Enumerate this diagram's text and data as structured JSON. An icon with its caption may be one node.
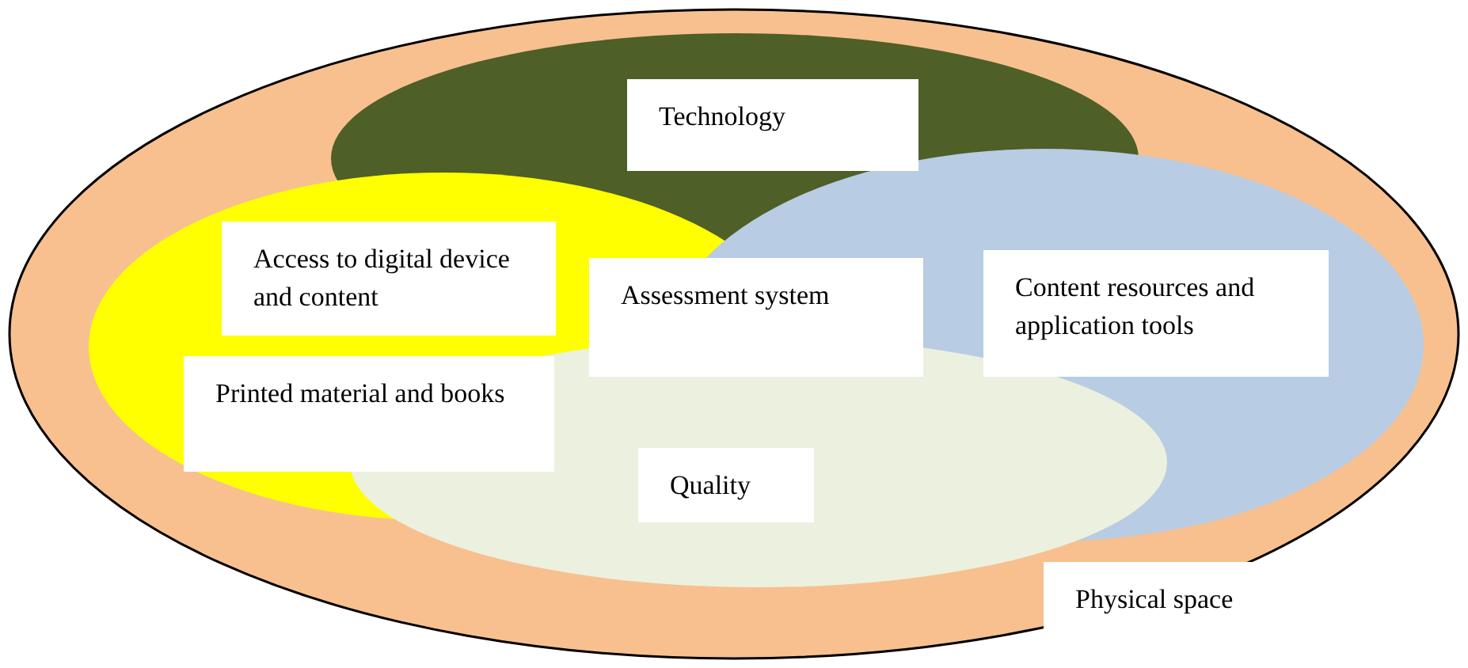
{
  "diagram": {
    "nodes": [
      {
        "text": [
          "Physical space"
        ]
      },
      {
        "text": [
          "Technology"
        ],
        "in": 0
      },
      {
        "text": [
          "Access to digital device and content",
          "Printed material and books"
        ],
        "in": 0
      },
      {
        "text": [
          "Content resources and application tools"
        ],
        "in": 0
      },
      {
        "text": [
          "Quality"
        ],
        "in": 0
      },
      {
        "text": [
          "Assessment system"
        ],
        "in": 0
      }
    ]
  }
}
